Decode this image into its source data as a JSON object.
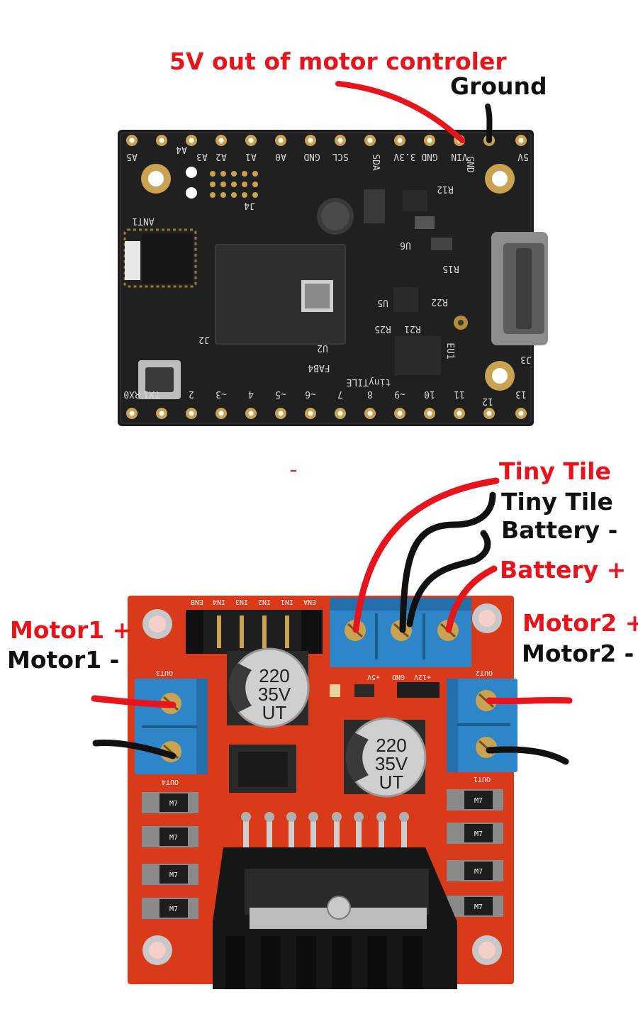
{
  "labels": {
    "tiny_5v": "5V out of motor controler",
    "tiny_ground": "Ground",
    "term_tiny_pos": "Tiny Tile",
    "term_tiny_neg": "Tiny Tile",
    "term_battery_neg": "Battery -",
    "term_battery_pos": "Battery +",
    "motor1_pos": "Motor1 +",
    "motor1_neg": "Motor1 -",
    "motor2_pos": "Motor2 +",
    "motor2_neg": "Motor2 -"
  },
  "tinytile_board": {
    "top_pins": [
      "A5",
      "A4",
      "A3",
      "A2",
      "A1",
      "A0",
      "SCL",
      "GND",
      "SDA",
      "3.3V",
      "GND",
      "VIN",
      "GND",
      "5V"
    ],
    "bottom_pins": [
      "RX0",
      "TX1",
      "2",
      "~3",
      "4",
      "~5",
      "~6",
      "7",
      "8",
      "~9",
      "10",
      "11",
      "12",
      "13"
    ],
    "silkscreen": [
      "ANT1",
      "J4",
      "J2",
      "J3",
      "U2",
      "U5",
      "U6",
      "EU1",
      "FAB4",
      "tinyTILE",
      "R12",
      "R15",
      "R25",
      "R21",
      "R22"
    ]
  },
  "motor_driver_board": {
    "header_labels": [
      "ENB",
      "IN4",
      "IN3",
      "IN2",
      "IN1",
      "ENA"
    ],
    "terminal_labels": [
      "OUT3",
      "OUT4",
      "OUT2",
      "OUT1",
      "+12V",
      "GND",
      "+5V"
    ],
    "capacitor_text": [
      "220",
      "35V",
      "UT"
    ],
    "diode_text": "M7"
  },
  "colors": {
    "wire_red": "#e8141c",
    "wire_black": "#111111",
    "board_black": "#1c1c1c",
    "board_red": "#d93a1a",
    "terminal_blue": "#2e86c8"
  }
}
